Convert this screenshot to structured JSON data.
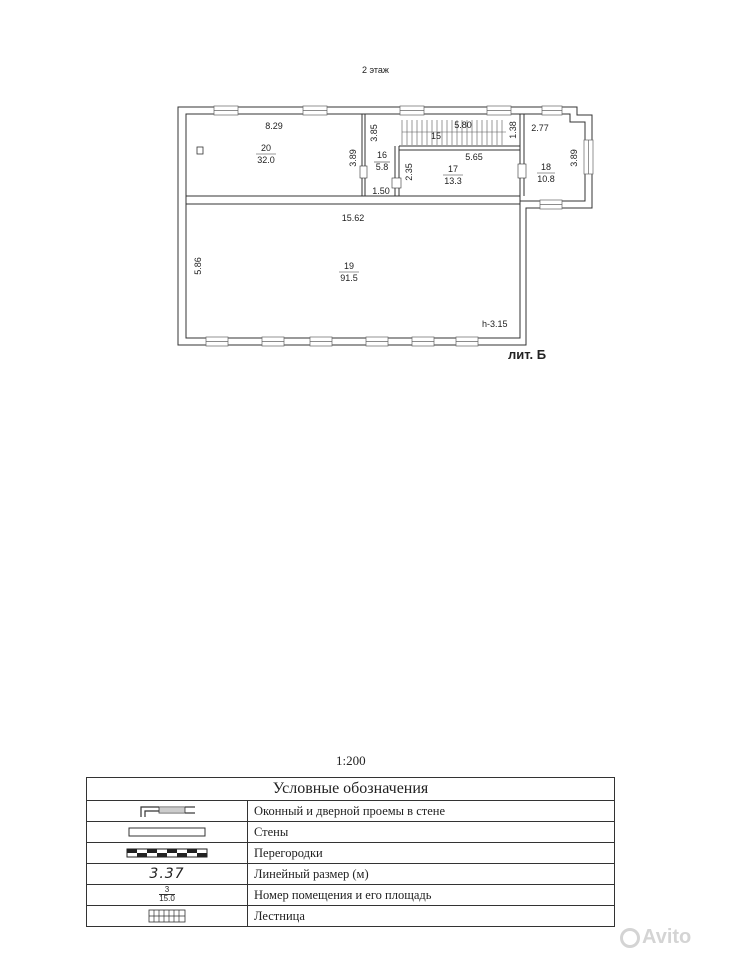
{
  "plan": {
    "floor_title": "2 этаж",
    "building_label": "лит. Б",
    "ceiling_height": "h-3.15",
    "rooms": [
      {
        "number": "20",
        "area": "32.0"
      },
      {
        "number": "16",
        "area": "5.8"
      },
      {
        "number": "15",
        "area": ""
      },
      {
        "number": "17",
        "area": "13.3"
      },
      {
        "number": "18",
        "area": "10.8"
      },
      {
        "number": "19",
        "area": "91.5"
      }
    ],
    "dimensions": {
      "d_829": "8.29",
      "d_385": "3.85",
      "d_580": "5.80",
      "d_138": "1.38",
      "d_277": "2.77",
      "d_389a": "3.89",
      "d_565": "5.65",
      "d_235": "2.35",
      "d_389b": "3.89",
      "d_150": "1.50",
      "d_1562": "15.62",
      "d_586": "5.86"
    }
  },
  "scale": "1:200",
  "legend": {
    "title": "Условные обозначения",
    "rows": [
      {
        "symbol": "window-door-opening-symbol",
        "label": "Оконный и дверной проемы в стене"
      },
      {
        "symbol": "wall-symbol",
        "label": "Стены"
      },
      {
        "symbol": "partition-symbol",
        "label": "Перегородки"
      },
      {
        "symbol": "dimension-sample",
        "sample": "3.37",
        "label": "Линейный размер (м)"
      },
      {
        "symbol": "room-number-area-sample",
        "sample_number": "3",
        "sample_area": "15.0",
        "label": "Номер помещения и его площадь"
      },
      {
        "symbol": "staircase-symbol",
        "label": "Лестница"
      }
    ]
  },
  "watermark": "Avito"
}
